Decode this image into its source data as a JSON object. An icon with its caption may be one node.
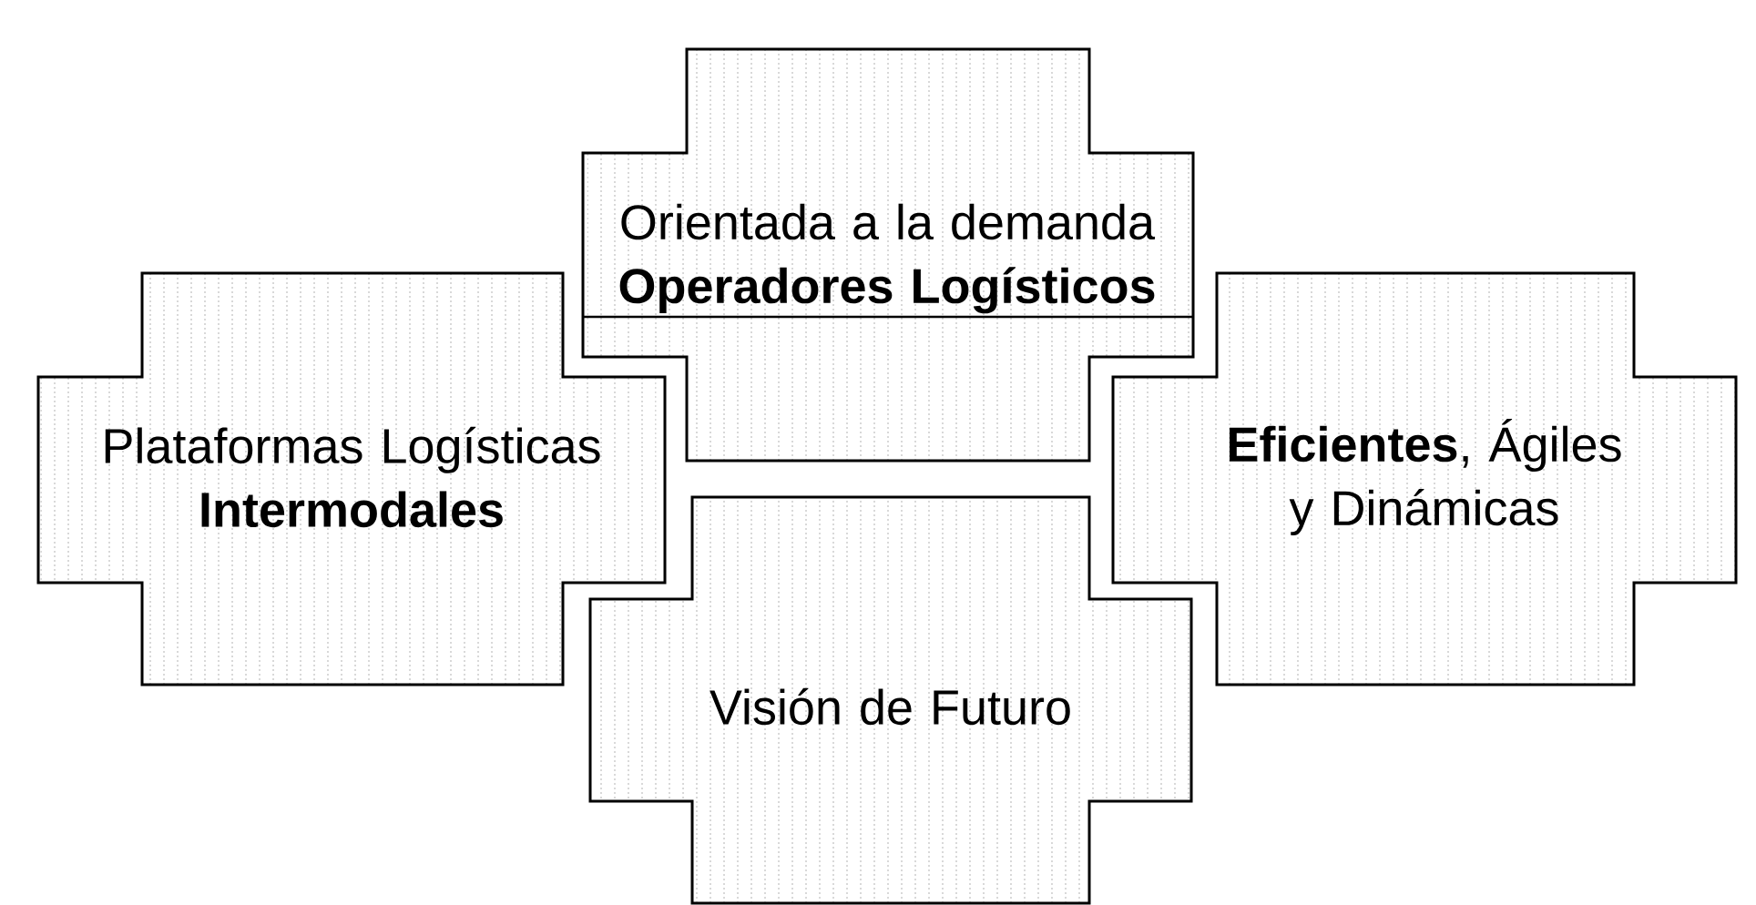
{
  "diagram": {
    "nodes": [
      {
        "text": [
          "Orientada a la demanda",
          "Operadores Logísticos"
        ]
      },
      {
        "text": [
          "Plataformas Logísticas",
          "Intermodales"
        ]
      },
      {
        "text": [
          "**Eficientes**, Ágiles y Dinámicas"
        ]
      },
      {
        "text": [
          "Visión de Futuro"
        ]
      }
    ]
  }
}
